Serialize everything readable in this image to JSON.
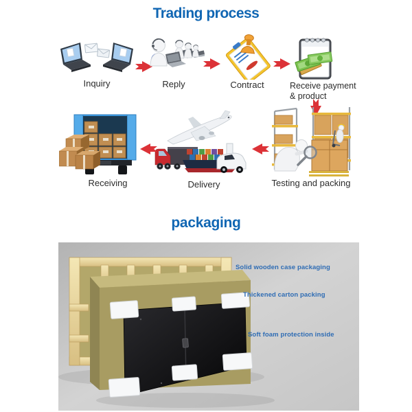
{
  "trading_process": {
    "title": "Trading process",
    "steps": {
      "inquiry": {
        "label": "Inquiry"
      },
      "reply": {
        "label": "Reply"
      },
      "contract": {
        "label": "Contract"
      },
      "receive_payment": {
        "label_line1": "Receive payment",
        "label_line2": "& product"
      },
      "testing_packing": {
        "label": "Testing and packing"
      },
      "delivery": {
        "label": "Delivery"
      },
      "receiving": {
        "label": "Receiving"
      }
    }
  },
  "packaging": {
    "title": "packaging",
    "annotations": [
      "Solid wooden  case packaging",
      "Thickened carton packing",
      "Soft foam protection inside"
    ]
  },
  "colors": {
    "title_blue": "#1066b3",
    "step_label_text": "#2b2b2b",
    "annotation_blue": "#2e6cb4",
    "arrow_red": "#dc3237",
    "photo_background": "#cccccc",
    "truck_blue": "#3d9ae2",
    "carton_khaki": "#a89c62",
    "wood": "#e9d9a4"
  }
}
